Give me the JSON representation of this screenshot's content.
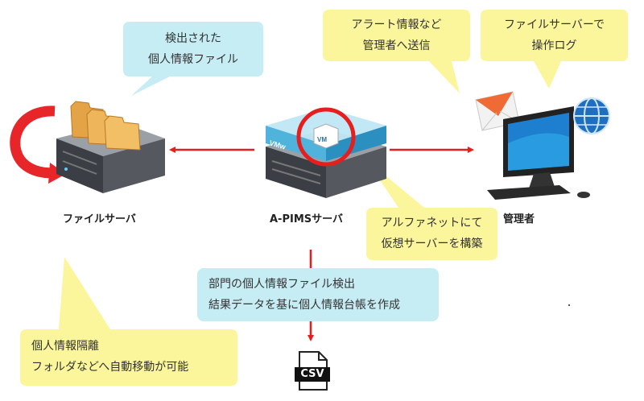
{
  "callouts": {
    "detected_files": [
      "検出された",
      "個人情報ファイル"
    ],
    "alert": [
      "アラート情報など",
      "管理者へ送信"
    ],
    "operation_log": [
      "ファイルサーバーで",
      "操作ログ"
    ],
    "virtual_server": [
      "アルファネットにて",
      "仮想サーバーを構築"
    ],
    "department_scan": [
      "部門の個人情報ファイル検出",
      "結果データを基に個人情報台帳を作成"
    ],
    "quarantine": [
      "個人情報隔離",
      "フォルダなどへ自動移動が可能"
    ]
  },
  "labels": {
    "file_server": "ファイルサーバ",
    "apims_server": "A-PIMSサーバ",
    "admin": "管理者",
    "vm_badge": "VM",
    "vmware_text": "VMw",
    "csv": "CSV"
  },
  "colors": {
    "yellow_callout": "#fbf59b",
    "blue_callout": "#c6ecf4",
    "arrow_red": "#e61e1e"
  },
  "icons": [
    "server-icon",
    "folder-icon",
    "rotate-arrow-icon",
    "vm-box-icon",
    "monitor-icon",
    "globe-icon",
    "envelope-icon",
    "csv-file-icon"
  ]
}
